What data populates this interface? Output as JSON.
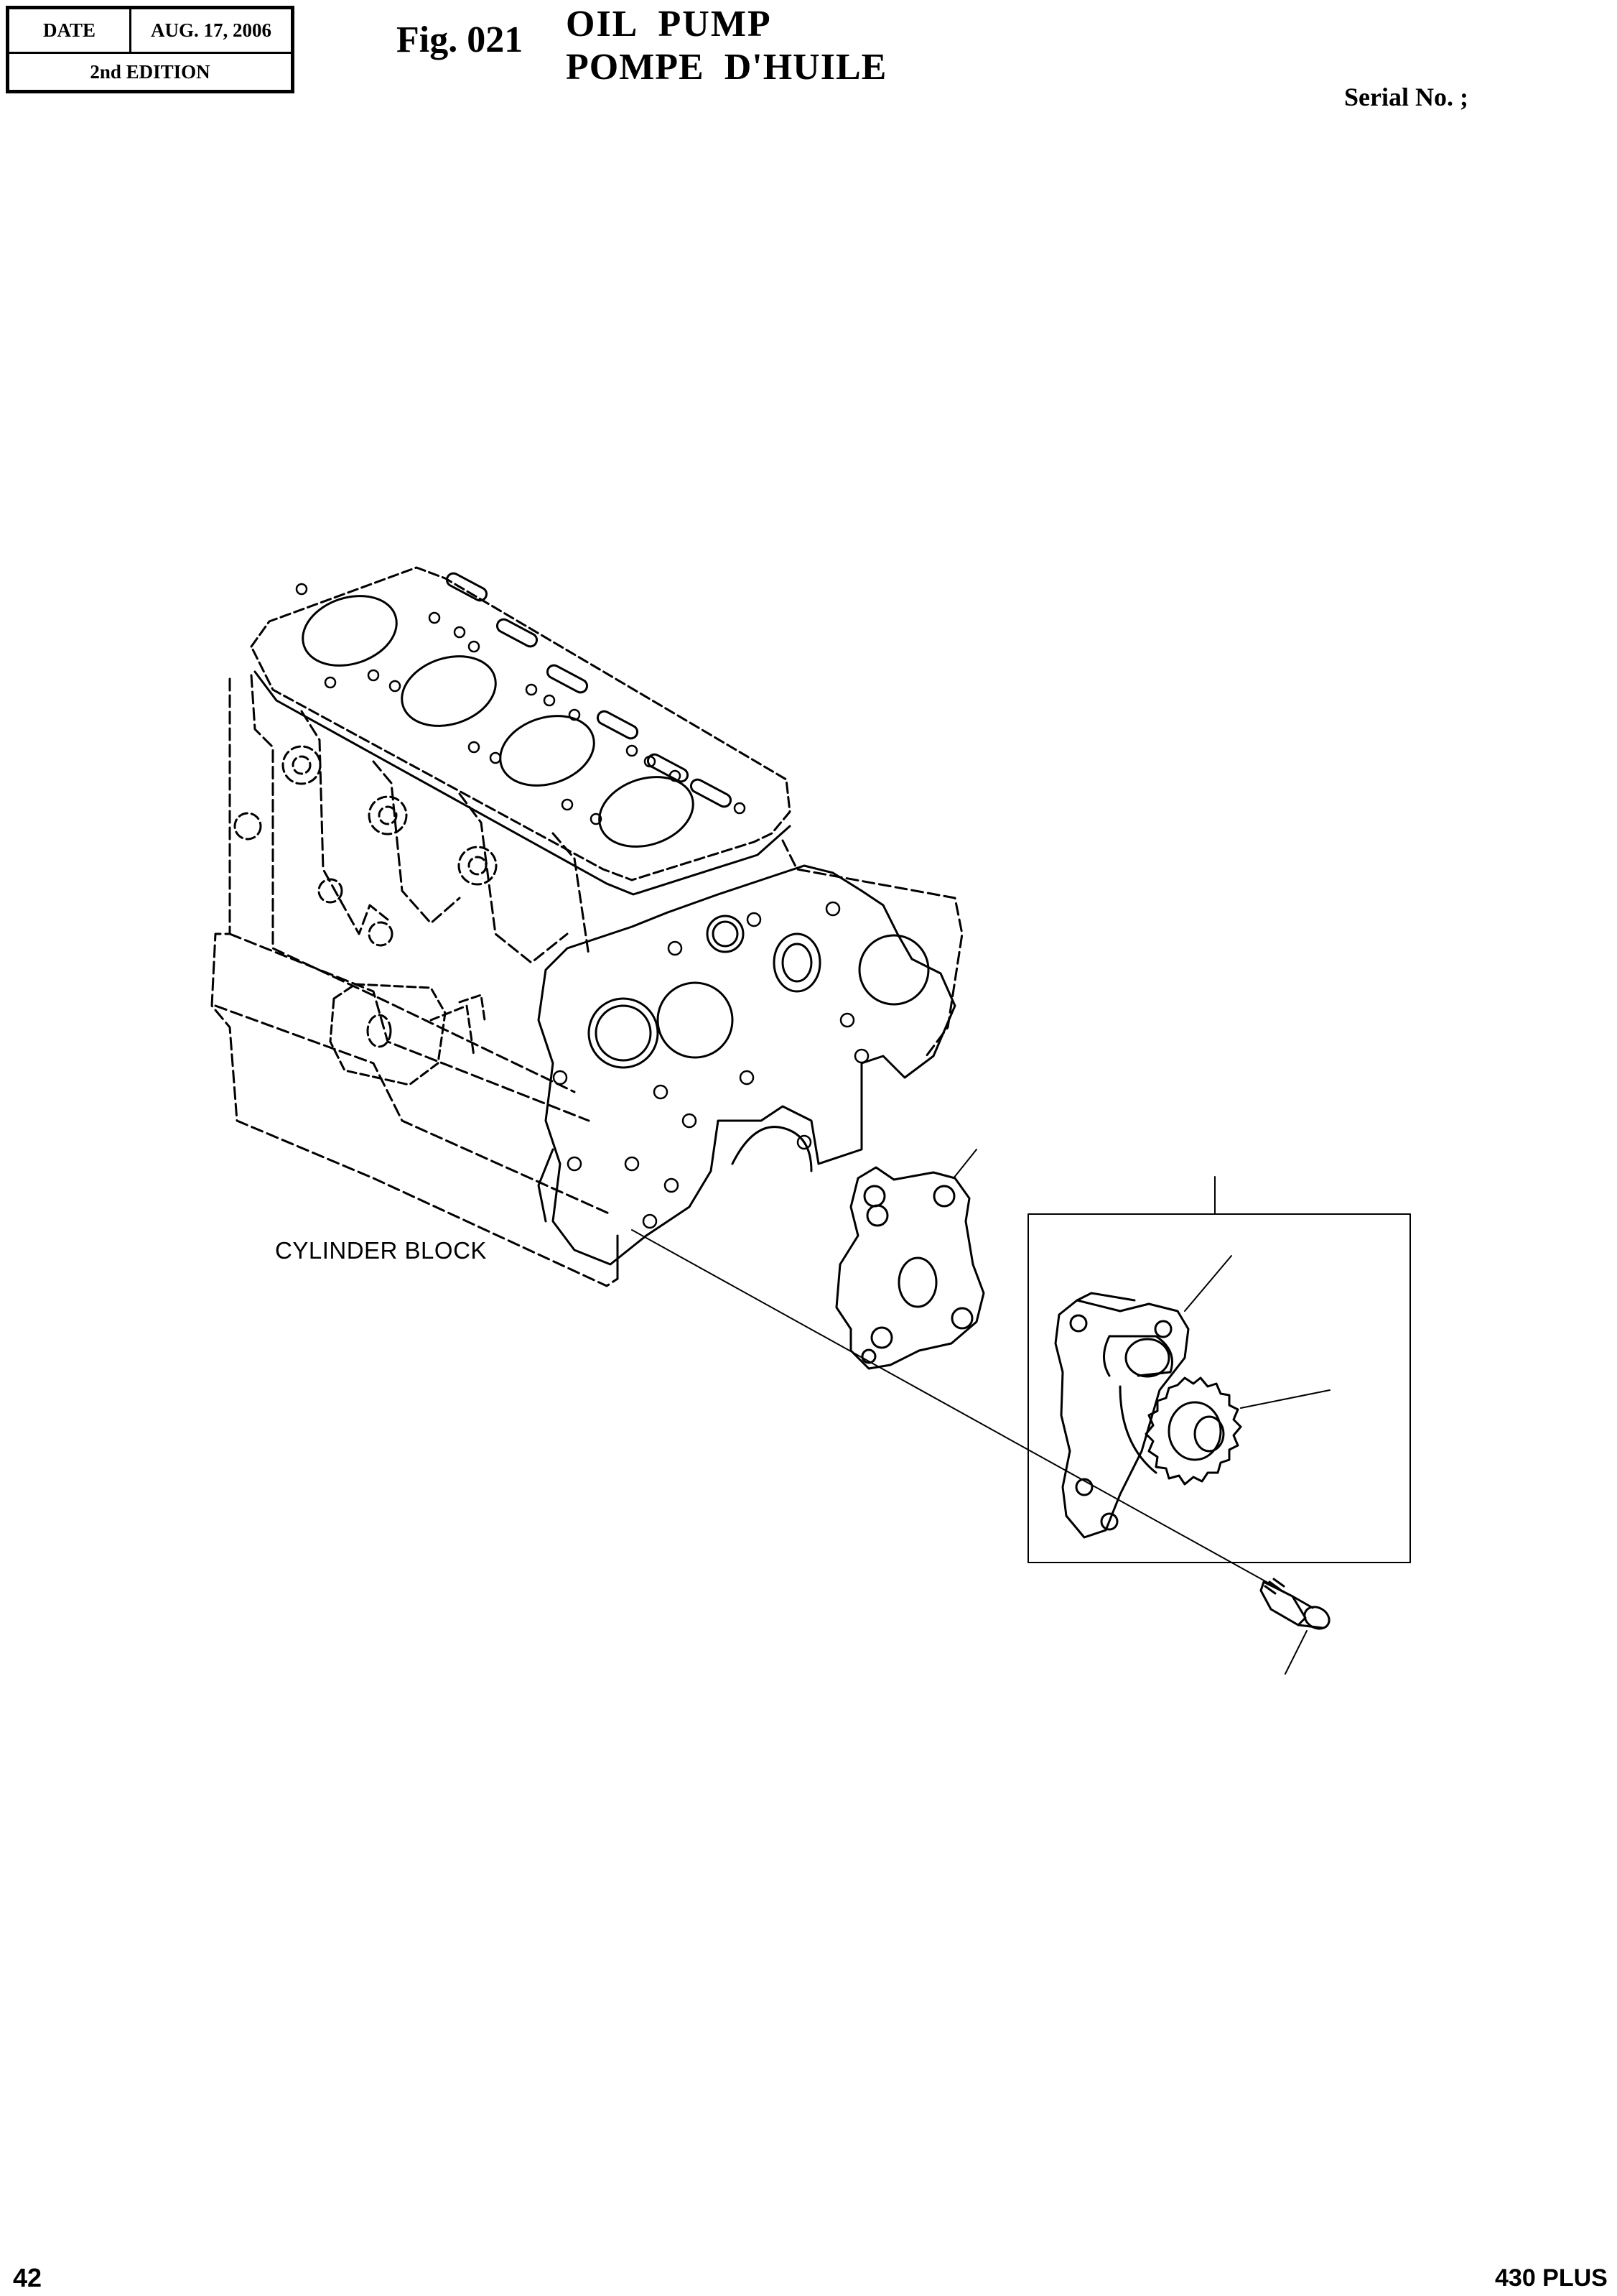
{
  "header": {
    "date_label": "DATE",
    "date_value": "AUG. 17, 2006",
    "edition": "2nd EDITION",
    "figure_number": "Fig. 021",
    "title_en": "OIL  PUMP",
    "title_fr": "POMPE  D'HUILE",
    "serial": "Serial No. ;"
  },
  "diagram": {
    "callout_cylinder_block": "CYLINDER BLOCK"
  },
  "footer": {
    "page_number": "42",
    "model": "430 PLUS"
  }
}
